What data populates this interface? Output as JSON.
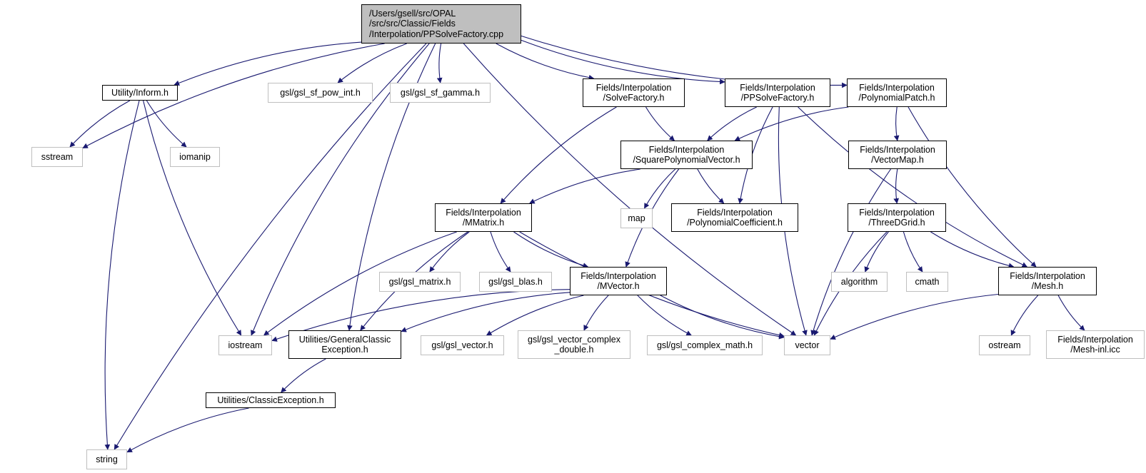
{
  "graph": {
    "root": {
      "id": "root",
      "label": "/Users/gsell/src/OPAL\n/src/src/Classic/Fields\n/Interpolation/PPSolveFactory.cpp"
    },
    "nodes": [
      {
        "id": "inform",
        "label": "Utility/Inform.h"
      },
      {
        "id": "powint",
        "label": "gsl/gsl_sf_pow_int.h"
      },
      {
        "id": "gamma",
        "label": "gsl/gsl_sf_gamma.h"
      },
      {
        "id": "solvefac",
        "label": "Fields/Interpolation\n/SolveFactory.h"
      },
      {
        "id": "ppsolve",
        "label": "Fields/Interpolation\n/PPSolveFactory.h"
      },
      {
        "id": "polypatch",
        "label": "Fields/Interpolation\n/PolynomialPatch.h"
      },
      {
        "id": "sstream",
        "label": "sstream"
      },
      {
        "id": "iomanip",
        "label": "iomanip"
      },
      {
        "id": "sqpoly",
        "label": "Fields/Interpolation\n/SquarePolynomialVector.h"
      },
      {
        "id": "vecmap",
        "label": "Fields/Interpolation\n/VectorMap.h"
      },
      {
        "id": "mmatrix",
        "label": "Fields/Interpolation\n/MMatrix.h"
      },
      {
        "id": "map",
        "label": "map"
      },
      {
        "id": "polycoef",
        "label": "Fields/Interpolation\n/PolynomialCoefficient.h"
      },
      {
        "id": "threed",
        "label": "Fields/Interpolation\n/ThreeDGrid.h"
      },
      {
        "id": "gslmatrix",
        "label": "gsl/gsl_matrix.h"
      },
      {
        "id": "gslblas",
        "label": "gsl/gsl_blas.h"
      },
      {
        "id": "mvector",
        "label": "Fields/Interpolation\n/MVector.h"
      },
      {
        "id": "algorithm",
        "label": "algorithm"
      },
      {
        "id": "cmath",
        "label": "cmath"
      },
      {
        "id": "mesh",
        "label": "Fields/Interpolation\n/Mesh.h"
      },
      {
        "id": "iostream",
        "label": "iostream"
      },
      {
        "id": "genexc",
        "label": "Utilities/GeneralClassic\nException.h"
      },
      {
        "id": "gslvector",
        "label": "gsl/gsl_vector.h"
      },
      {
        "id": "vcomplex",
        "label": "gsl/gsl_vector_complex\n_double.h"
      },
      {
        "id": "cmathgsl",
        "label": "gsl/gsl_complex_math.h"
      },
      {
        "id": "vector",
        "label": "vector"
      },
      {
        "id": "ostream",
        "label": "ostream"
      },
      {
        "id": "meshinl",
        "label": "Fields/Interpolation\n/Mesh-inl.icc"
      },
      {
        "id": "classexc",
        "label": "Utilities/ClassicException.h"
      },
      {
        "id": "string",
        "label": "string"
      }
    ],
    "edges": [
      [
        "root",
        "inform"
      ],
      [
        "root",
        "powint"
      ],
      [
        "root",
        "gamma"
      ],
      [
        "root",
        "solvefac"
      ],
      [
        "root",
        "ppsolve"
      ],
      [
        "root",
        "polypatch"
      ],
      [
        "root",
        "sstream"
      ],
      [
        "root",
        "string"
      ],
      [
        "root",
        "iostream"
      ],
      [
        "root",
        "genexc"
      ],
      [
        "root",
        "vector"
      ],
      [
        "inform",
        "sstream"
      ],
      [
        "inform",
        "iomanip"
      ],
      [
        "inform",
        "iostream"
      ],
      [
        "inform",
        "string"
      ],
      [
        "solvefac",
        "sqpoly"
      ],
      [
        "solvefac",
        "mmatrix"
      ],
      [
        "ppsolve",
        "sqpoly"
      ],
      [
        "ppsolve",
        "polycoef"
      ],
      [
        "ppsolve",
        "vector"
      ],
      [
        "ppsolve",
        "mesh"
      ],
      [
        "polypatch",
        "sqpoly"
      ],
      [
        "polypatch",
        "vecmap"
      ],
      [
        "polypatch",
        "mesh"
      ],
      [
        "sqpoly",
        "mmatrix"
      ],
      [
        "sqpoly",
        "map"
      ],
      [
        "sqpoly",
        "polycoef"
      ],
      [
        "sqpoly",
        "mvector"
      ],
      [
        "vecmap",
        "threed"
      ],
      [
        "vecmap",
        "vector"
      ],
      [
        "mmatrix",
        "gslmatrix"
      ],
      [
        "mmatrix",
        "gslblas"
      ],
      [
        "mmatrix",
        "mvector"
      ],
      [
        "mmatrix",
        "iostream"
      ],
      [
        "mmatrix",
        "genexc"
      ],
      [
        "mmatrix",
        "vector"
      ],
      [
        "threed",
        "algorithm"
      ],
      [
        "threed",
        "cmath"
      ],
      [
        "threed",
        "mesh"
      ],
      [
        "threed",
        "vector"
      ],
      [
        "mvector",
        "iostream"
      ],
      [
        "mvector",
        "genexc"
      ],
      [
        "mvector",
        "gslvector"
      ],
      [
        "mvector",
        "vcomplex"
      ],
      [
        "mvector",
        "cmathgsl"
      ],
      [
        "mvector",
        "vector"
      ],
      [
        "mesh",
        "vector"
      ],
      [
        "mesh",
        "ostream"
      ],
      [
        "mesh",
        "meshinl"
      ],
      [
        "genexc",
        "classexc"
      ],
      [
        "classexc",
        "string"
      ]
    ],
    "colors": {
      "edge": "#191970",
      "doc_border": "#000000",
      "sys_border": "#bfbfbf",
      "root_fill": "#bfbfbf"
    }
  }
}
